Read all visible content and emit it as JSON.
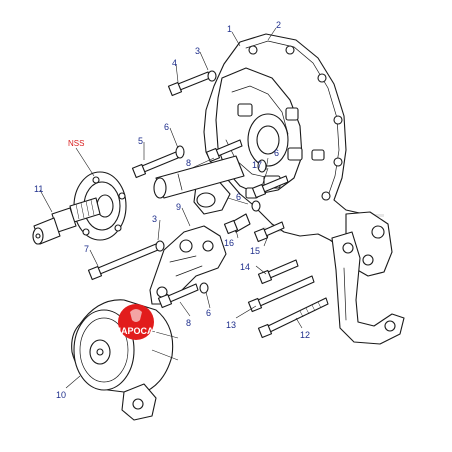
{
  "callouts": {
    "c1": "1",
    "c2": "2",
    "c3a": "3",
    "c3b": "3",
    "c4": "4",
    "c5": "5",
    "c6a": "6",
    "c6b": "6",
    "c6c": "6",
    "c6d": "6",
    "c7": "7",
    "c8a": "8",
    "c8b": "8",
    "c9": "9",
    "c10": "10",
    "c11": "11",
    "c12": "12",
    "c13": "13",
    "c14": "14",
    "c15": "15",
    "c16": "16",
    "c17": "17",
    "nss": "NSS"
  },
  "watermark": {
    "logo_text": "JAPOCAT"
  },
  "colors": {
    "callout": "#1f2f8c",
    "callout_alt": "#d81e1e",
    "logo": "#e21c1c",
    "line": "#1a1a1a"
  }
}
